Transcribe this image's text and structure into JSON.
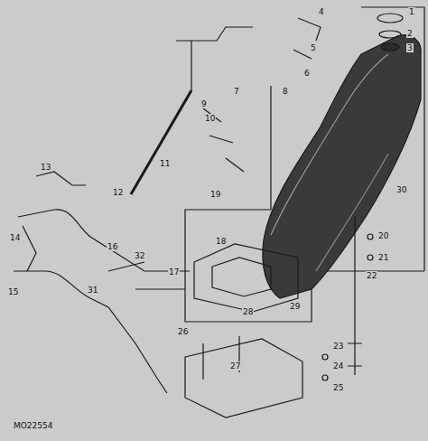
{
  "diagram": {
    "labels": [
      "1",
      "2",
      "3",
      "4",
      "5",
      "6",
      "7",
      "8",
      "9",
      "10",
      "11",
      "12",
      "13",
      "14",
      "15",
      "16",
      "17",
      "18",
      "19",
      "20",
      "21",
      "22",
      "23",
      "24",
      "25",
      "26",
      "27",
      "28",
      "29",
      "30",
      "31",
      "32",
      "MO22554"
    ]
  }
}
